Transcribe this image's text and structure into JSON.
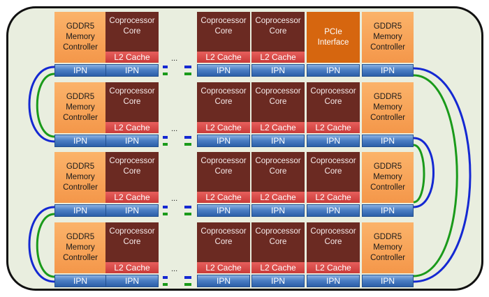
{
  "labels": {
    "memory_controller": [
      "GDDR5",
      "Memory",
      "Controller"
    ],
    "coprocessor_core": [
      "Coprocessor",
      "Core"
    ],
    "l2_cache": "L2 Cache",
    "ipn": "IPN",
    "pcie": [
      "PCIe",
      "Interface"
    ],
    "ellipsis": "..."
  },
  "rows": [
    {
      "mid_left_cores": 1,
      "right_core_cells": [
        "Coprocessor Core",
        "Coprocessor Core",
        "PCIe Interface"
      ],
      "right_l2_count": 2,
      "right_mem": true
    },
    {
      "mid_left_cores": 1,
      "right_core_cells": [
        "Coprocessor Core",
        "Coprocessor Core",
        "Coprocessor Core"
      ],
      "right_l2_count": 3,
      "right_mem": true
    },
    {
      "mid_left_cores": 1,
      "right_core_cells": [
        "Coprocessor Core",
        "Coprocessor Core",
        "Coprocessor Core"
      ],
      "right_l2_count": 3,
      "right_mem": true
    },
    {
      "mid_left_cores": 1,
      "right_core_cells": [
        "Coprocessor Core",
        "Coprocessor Core",
        "Coprocessor Core"
      ],
      "right_l2_count": 3,
      "right_mem": true
    }
  ],
  "colors": {
    "chip_background": "#e9eedf",
    "memory_controller": "#f4974a",
    "coprocessor_core": "#6b2a22",
    "pcie_interface": "#d6660f",
    "l2_cache": "#d94a48",
    "ipn": "#4c7fc4",
    "ring_blue": "#1428d2",
    "ring_green": "#1a9a1a"
  }
}
